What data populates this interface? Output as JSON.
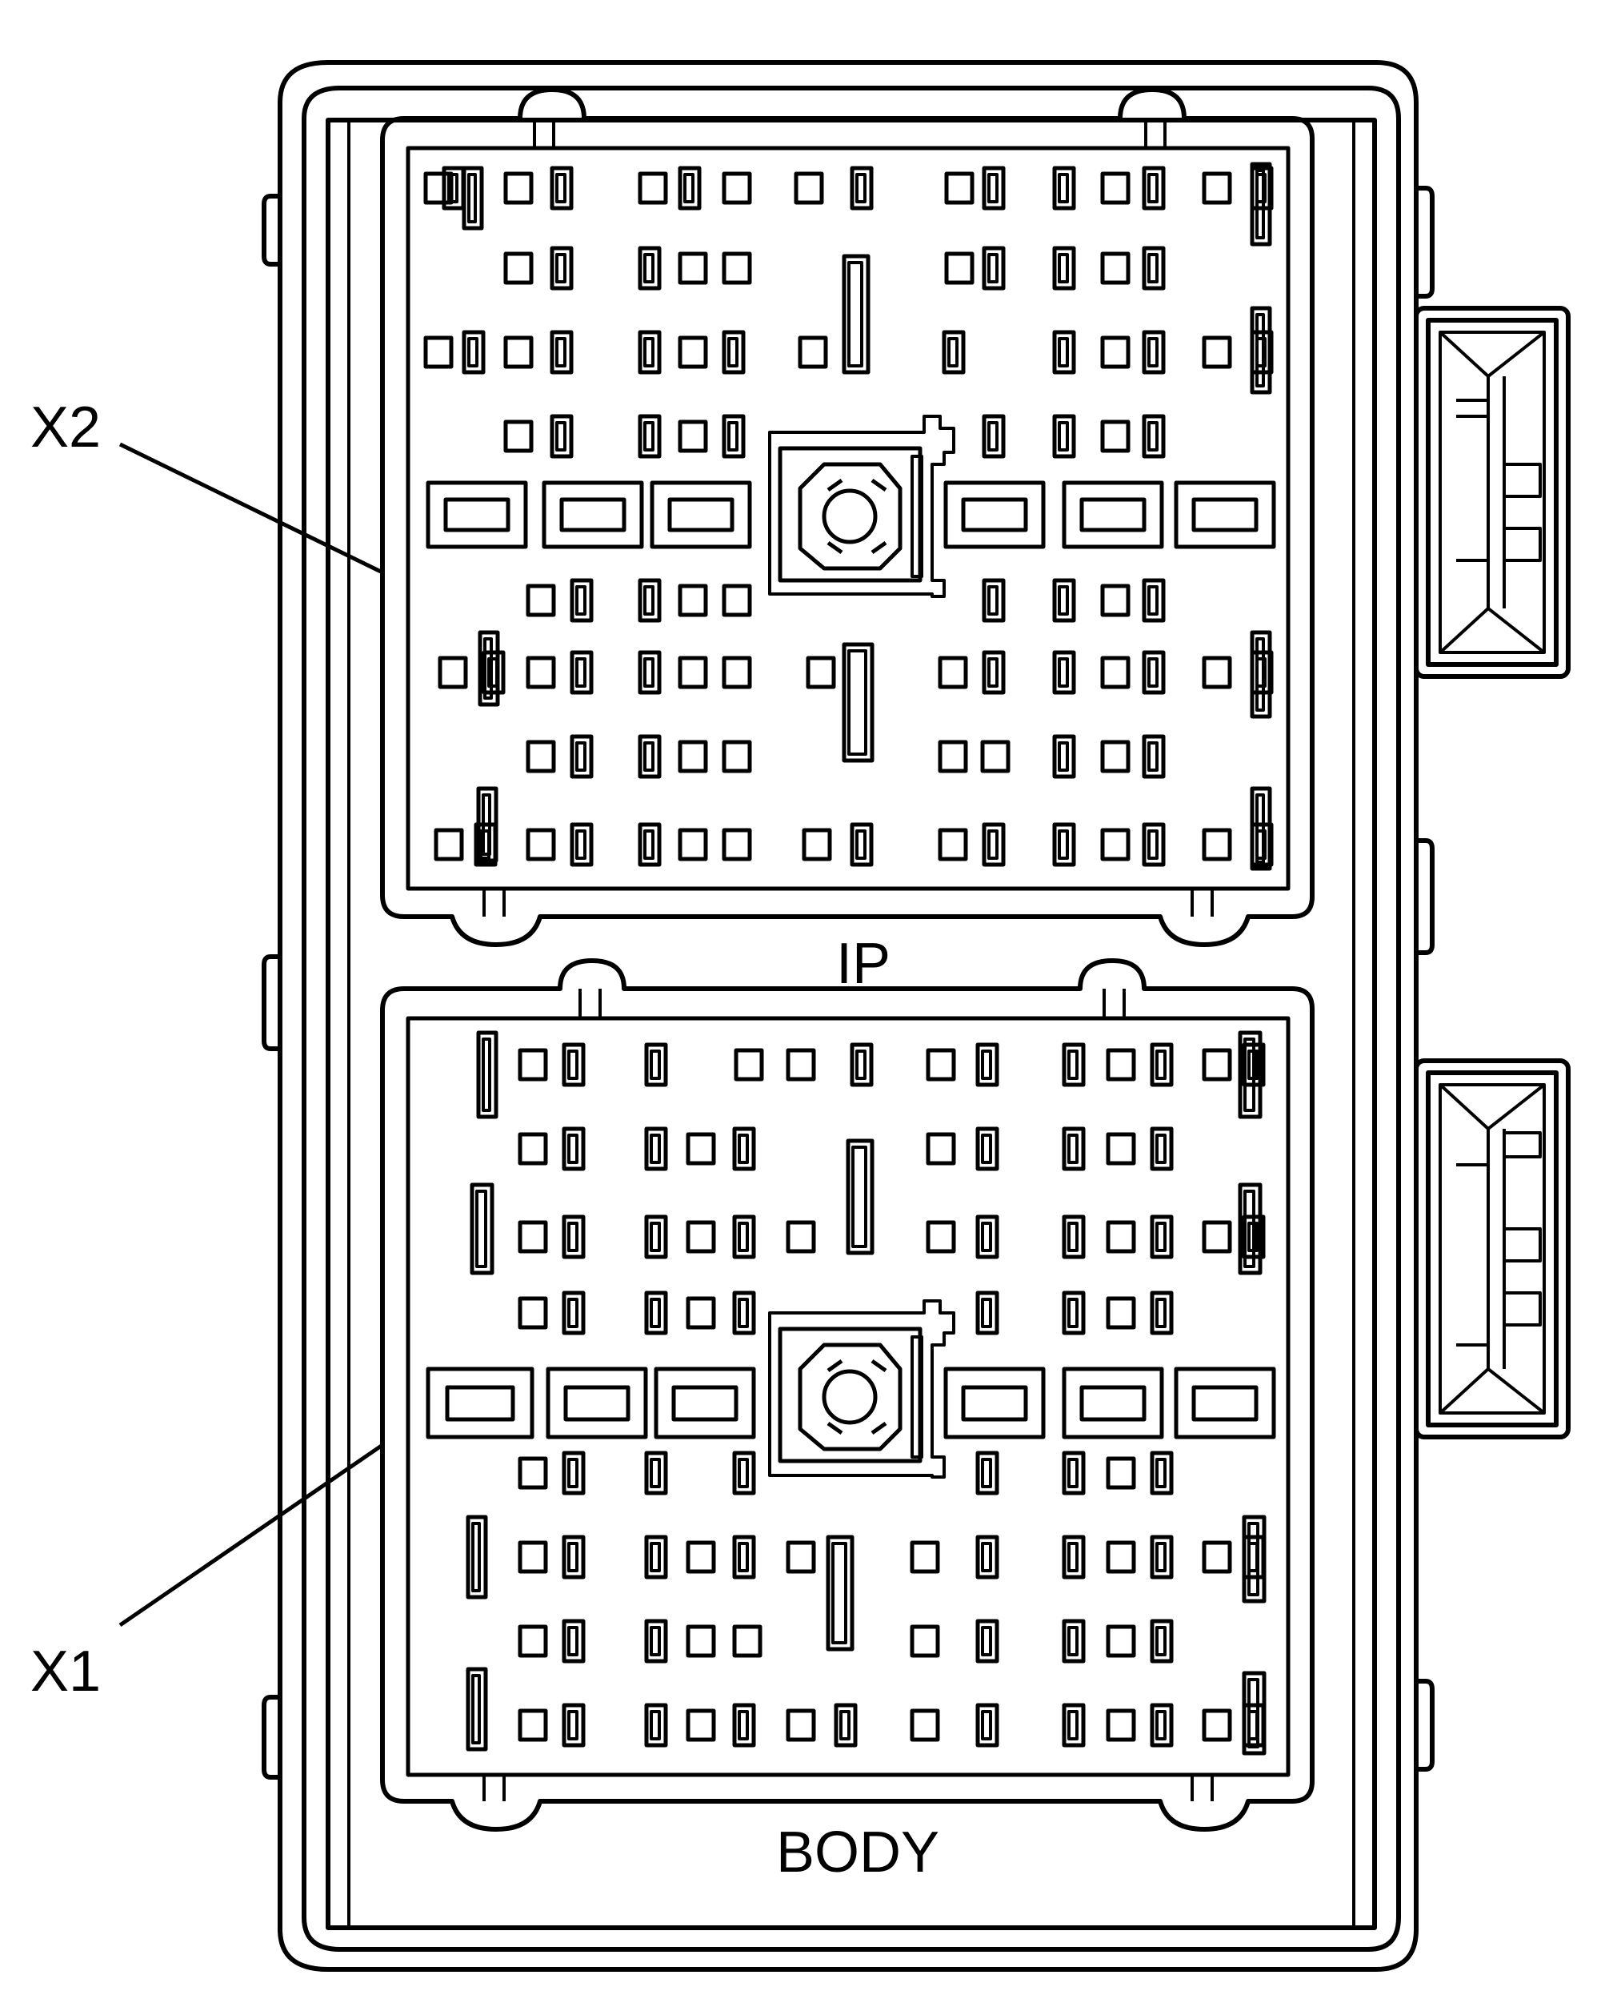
{
  "labels": {
    "top_connector": "X2",
    "bottom_connector": "X1",
    "top_block": "IP",
    "bottom_block": "BODY"
  },
  "colors": {
    "ink": "#000000",
    "paper": "#ffffff"
  }
}
